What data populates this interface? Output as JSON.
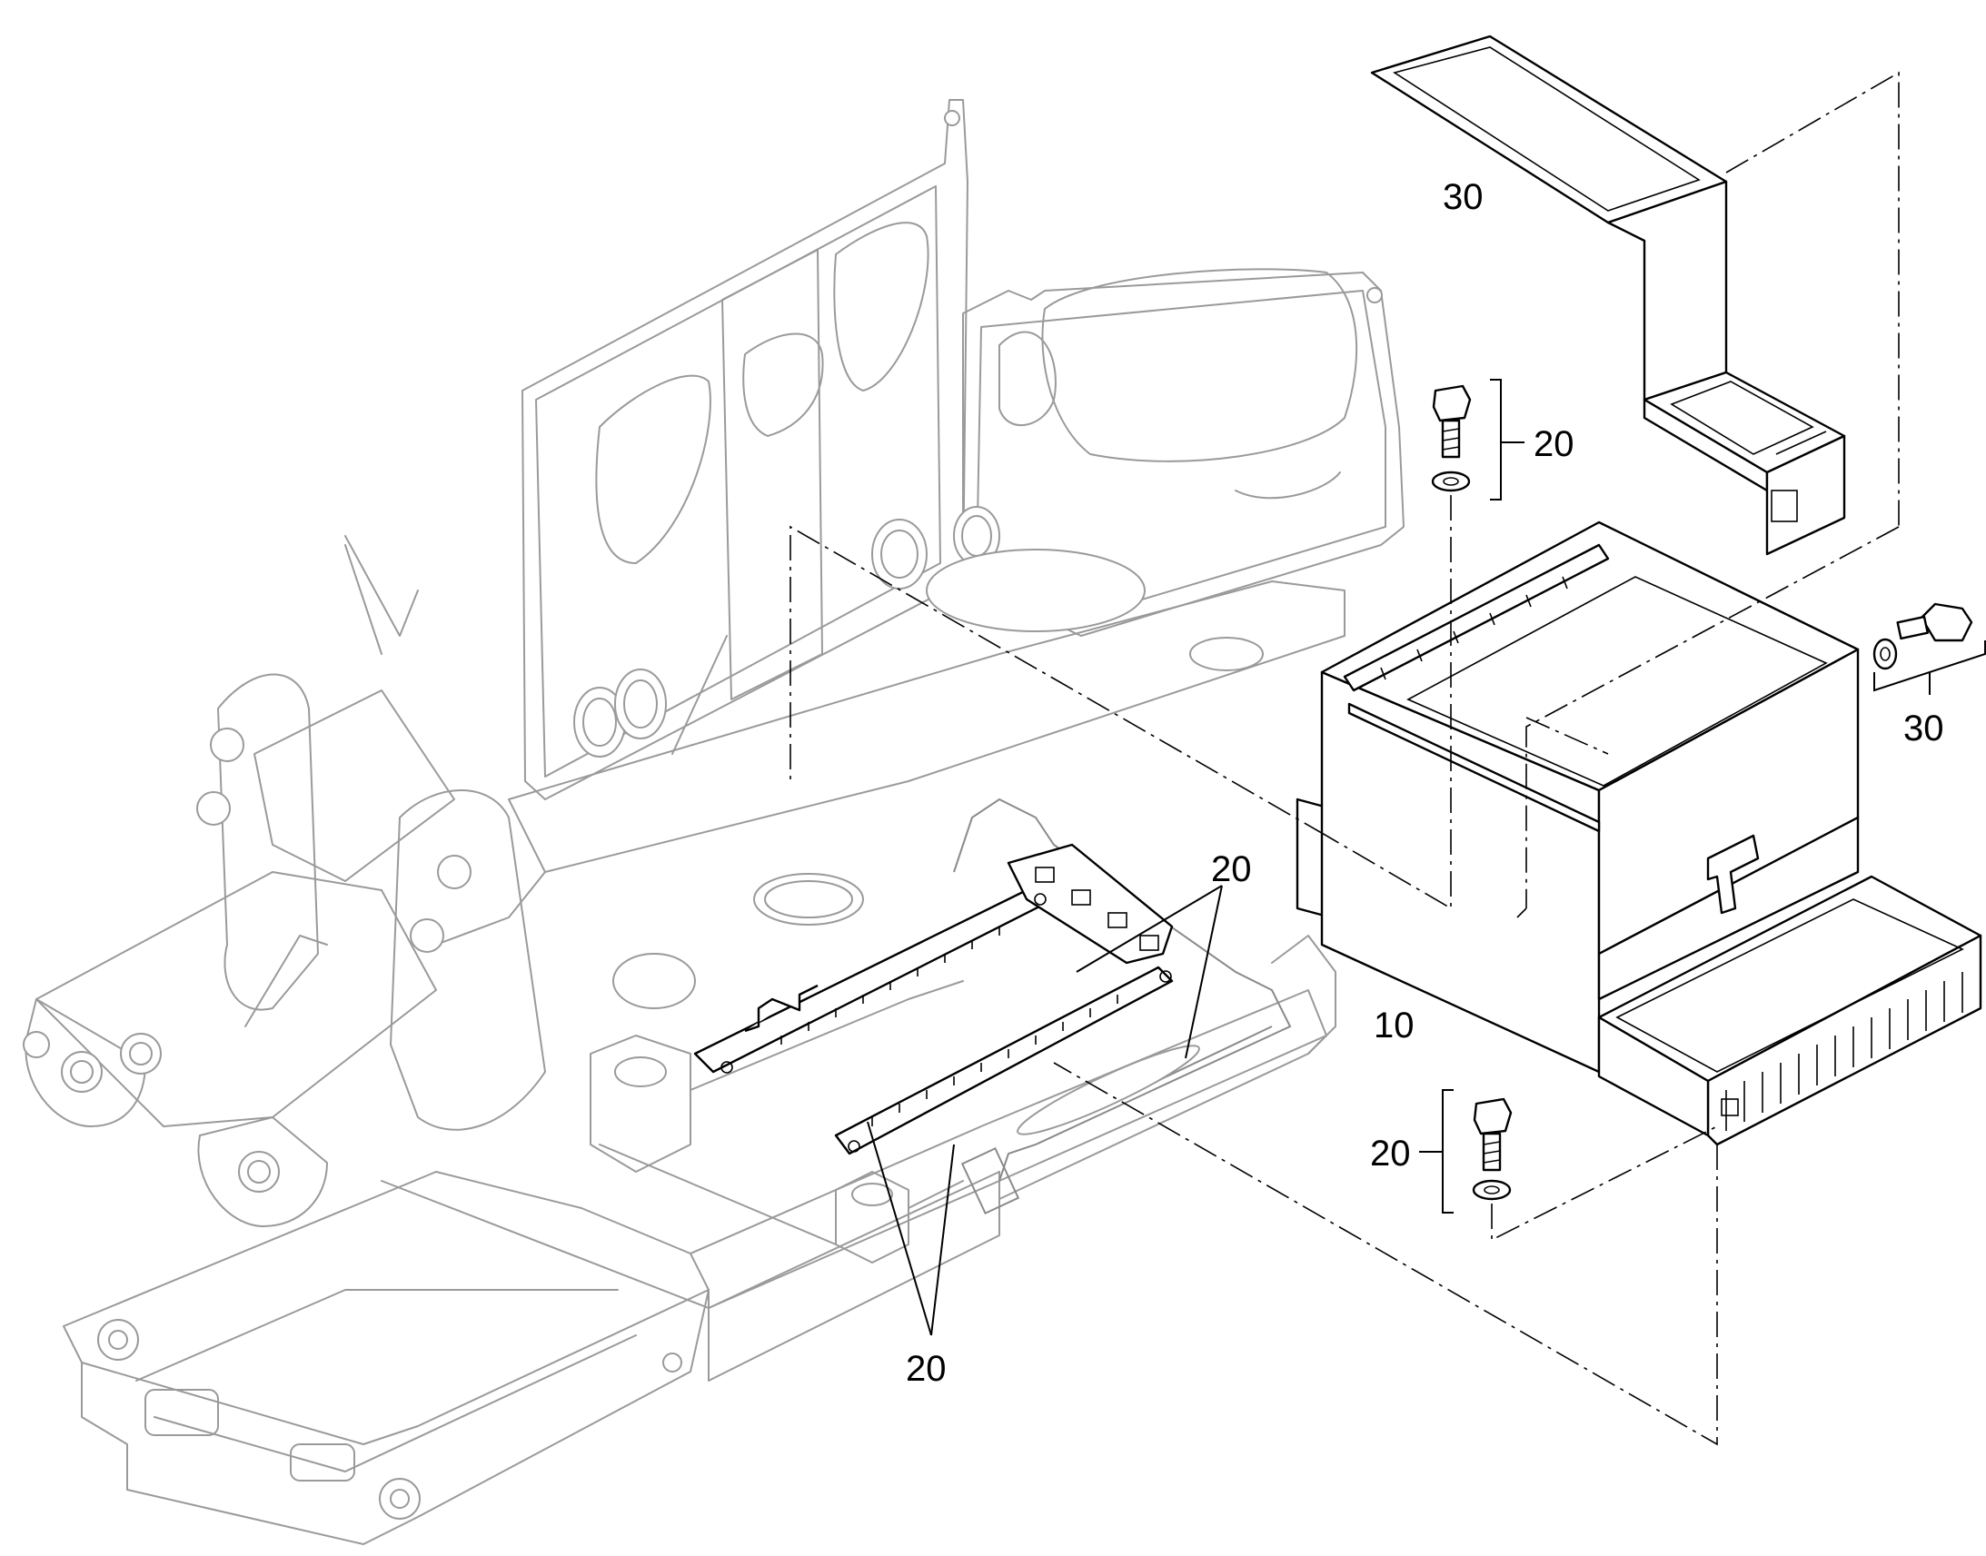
{
  "callouts": [
    {
      "id": "30-top",
      "label": "30"
    },
    {
      "id": "20-upper-bolt",
      "label": "20"
    },
    {
      "id": "30-right-bolt",
      "label": "30"
    },
    {
      "id": "20-upper-strips",
      "label": "20"
    },
    {
      "id": "10-box",
      "label": "10"
    },
    {
      "id": "20-lower-bolt",
      "label": "20"
    },
    {
      "id": "20-lower-strips",
      "label": "20"
    }
  ],
  "colors": {
    "frame": "#9a9a9a",
    "part": "#000000",
    "background": "#ffffff"
  }
}
